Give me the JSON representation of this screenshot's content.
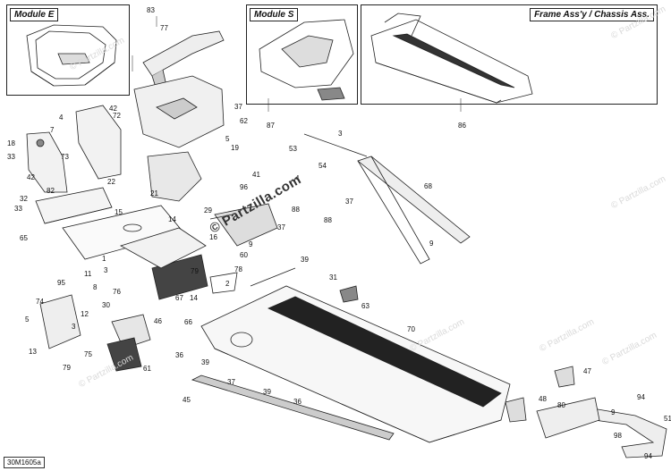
{
  "insets": [
    {
      "id": "module-e",
      "title": "Module E"
    },
    {
      "id": "module-s",
      "title": "Module S"
    },
    {
      "id": "frame-assy",
      "title": "Frame Ass'y / Chassis Ass."
    }
  ],
  "callouts": [
    "83",
    "77",
    "87",
    "86",
    "4",
    "42",
    "72",
    "37",
    "62",
    "7",
    "5",
    "19",
    "18",
    "33",
    "73",
    "53",
    "3",
    "54",
    "41",
    "96",
    "42",
    "21",
    "82",
    "22",
    "37",
    "4",
    "88",
    "32",
    "33",
    "15",
    "68",
    "65",
    "14",
    "29",
    "88",
    "37",
    "9",
    "16",
    "60",
    "39",
    "9",
    "11",
    "78",
    "79",
    "2",
    "31",
    "1",
    "3",
    "8",
    "76",
    "66",
    "67",
    "14",
    "63",
    "95",
    "74",
    "12",
    "30",
    "5",
    "46",
    "70",
    "3",
    "36",
    "39",
    "13",
    "75",
    "37",
    "79",
    "61",
    "39",
    "45",
    "36",
    "48",
    "47",
    "80",
    "94",
    "9",
    "51",
    "98",
    "94"
  ],
  "watermark": "© Partzilla.com",
  "drawing_code": "30M1605a"
}
